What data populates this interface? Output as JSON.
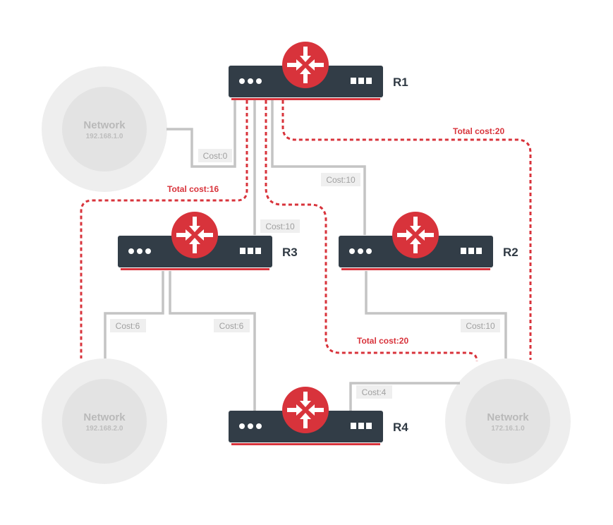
{
  "colors": {
    "router_body": "#323d47",
    "router_accent": "#d8333b",
    "network_outer": "#eeeeee",
    "network_inner": "#e3e3e3",
    "link": "#c4c4c4",
    "total_route": "#d8333b",
    "cost_badge": "#efefef"
  },
  "routers": {
    "r1": {
      "label": "R1",
      "icon": "router-arrows-icon"
    },
    "r2": {
      "label": "R2",
      "icon": "router-arrows-icon"
    },
    "r3": {
      "label": "R3",
      "icon": "router-arrows-icon"
    },
    "r4": {
      "label": "R4",
      "icon": "router-arrows-icon"
    }
  },
  "networks": {
    "n1": {
      "title": "Network",
      "ip": "192.168.1.0"
    },
    "n2": {
      "title": "Network",
      "ip": "192.168.2.0"
    },
    "n3": {
      "title": "Network",
      "ip": "172.16.1.0"
    }
  },
  "links": {
    "r1_n1": "Cost:0",
    "r1_r2": "Cost:10",
    "r1_r3": "Cost:10",
    "r3_n2": "Cost:6",
    "r3_r4": "Cost:6",
    "r2_n3": "Cost:10",
    "r4_n3": "Cost:4"
  },
  "totals": {
    "to_n2": "Total cost:16",
    "to_n3_via_r2": "Total cost:20",
    "to_n3_via_r3": "Total cost:20"
  }
}
